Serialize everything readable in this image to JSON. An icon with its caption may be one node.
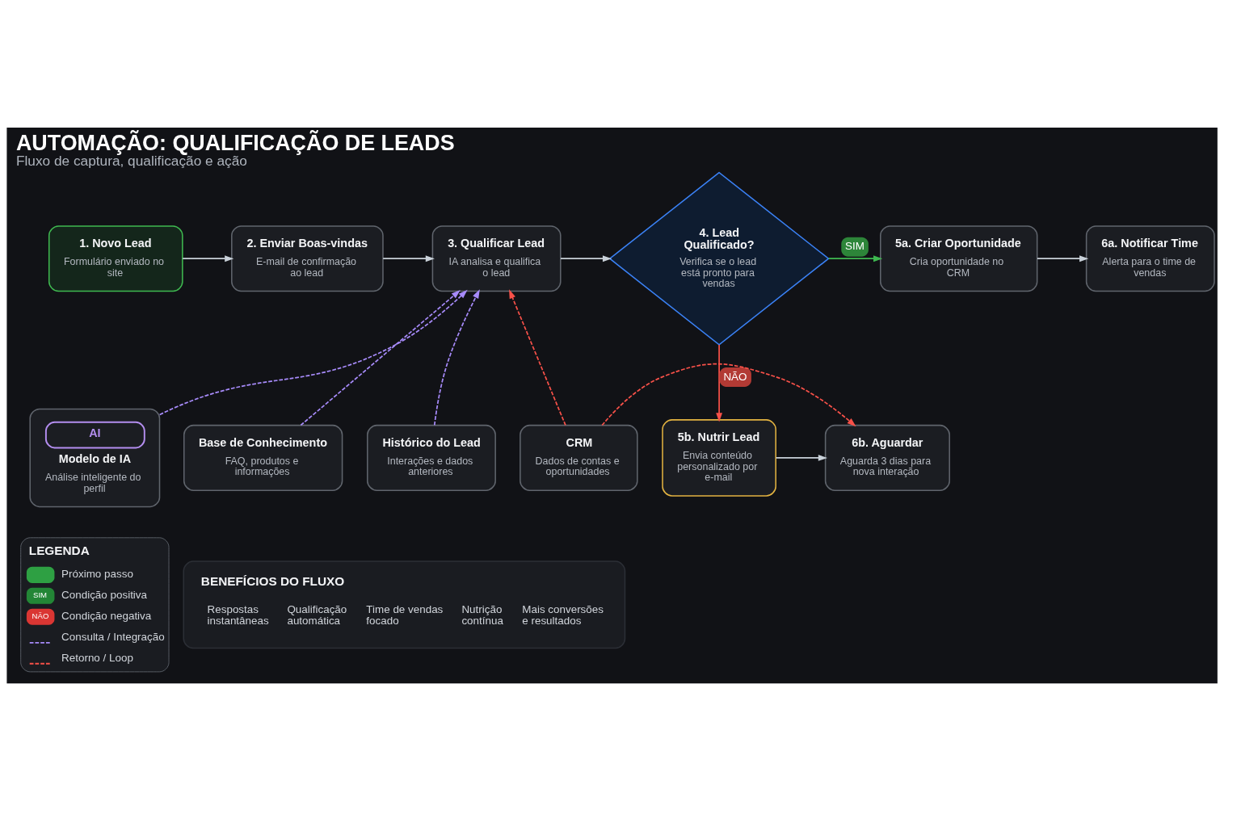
{
  "diagram": {
    "title": "AUTOMAÇÃO: QUALIFICAÇÃO DE LEADS",
    "caption": "Fluxo de captura, qualificação e ação",
    "nodes": [
      {
        "text": [
          "1. Novo Lead",
          "Formulário enviado no site"
        ]
      },
      {
        "text": [
          "2. Enviar Boas-vindas",
          "E-mail de confirmação ao lead"
        ]
      },
      {
        "text": [
          "3. Qualificar Lead",
          "IA analisa e qualifica o lead"
        ]
      },
      {
        "text": [
          "4. Lead Qualificado?",
          "Verifica se o lead está pronto para vendas"
        ]
      },
      {
        "text": [
          "5a. Criar Oportunidade",
          "Cria oportunidade no CRM"
        ]
      },
      {
        "text": [
          "6a. Notificar Time",
          "Alerta para o time de vendas"
        ]
      },
      {
        "text": [
          "5b. Nutrir Lead",
          "Envia conteúdo personalizado por e-mail"
        ]
      },
      {
        "text": [
          "6b. Aguardar",
          "Aguarda 3 dias para nova interação"
        ]
      },
      {
        "text": [
          "AI",
          "Modelo de IA",
          "Análise inteligente do perfil"
        ]
      },
      {
        "text": [
          "Base de Conhecimento",
          "FAQ, produtos e informações"
        ]
      },
      {
        "text": [
          "Histórico do Lead",
          "Interações e dados anteriores"
        ]
      },
      {
        "text": [
          "CRM",
          "Dados de contas e oportunidades"
        ]
      },
      {
        "text": [
          "BENEFÍCIOS DO FLUXO",
          "Respostas instantâneas",
          "Qualificação automática",
          "Time de vendas focado",
          "Nutrição contínua",
          "Mais conversões e resultados"
        ]
      }
    ],
    "edges": [
      {
        "from": 0,
        "to": 1,
        "arrow": "to"
      },
      {
        "from": 1,
        "to": 2,
        "arrow": "to"
      },
      {
        "from": 2,
        "to": 3,
        "arrow": "to"
      },
      {
        "from": 3,
        "to": 4,
        "arrow": "to",
        "label": "SIM",
        "color": "#3fb950"
      },
      {
        "from": 4,
        "to": 5,
        "arrow": "to"
      },
      {
        "from": 3,
        "to": 6,
        "arrow": "to",
        "label": "NÃO",
        "color": "#f85149"
      },
      {
        "from": 6,
        "to": 7,
        "arrow": "to"
      },
      {
        "from": 8,
        "to": 2,
        "arrow": "to",
        "style": "dashed",
        "color": "#a78bfa"
      },
      {
        "from": 9,
        "to": 2,
        "arrow": "to",
        "style": "dashed",
        "color": "#a78bfa"
      },
      {
        "from": 10,
        "to": 2,
        "arrow": "to",
        "style": "dashed",
        "color": "#a78bfa"
      },
      {
        "from": 11,
        "to": 2,
        "arrow": "to",
        "style": "dashed",
        "color": "#f85149"
      },
      {
        "from": 11,
        "to": 7,
        "arrow": "to",
        "style": "dashed",
        "color": "#f85149"
      }
    ],
    "labels": [
      "LEGENDA",
      "SIM",
      "NÃO"
    ],
    "legend": [
      {
        "text": "Próximo passo",
        "color": "#2ea043"
      },
      {
        "text": "Condição positiva",
        "color": "#238636"
      },
      {
        "text": "Condição negativa",
        "color": "#da3633"
      },
      {
        "text": "Consulta / Integração"
      },
      {
        "text": "Retorno / Loop"
      }
    ]
  }
}
